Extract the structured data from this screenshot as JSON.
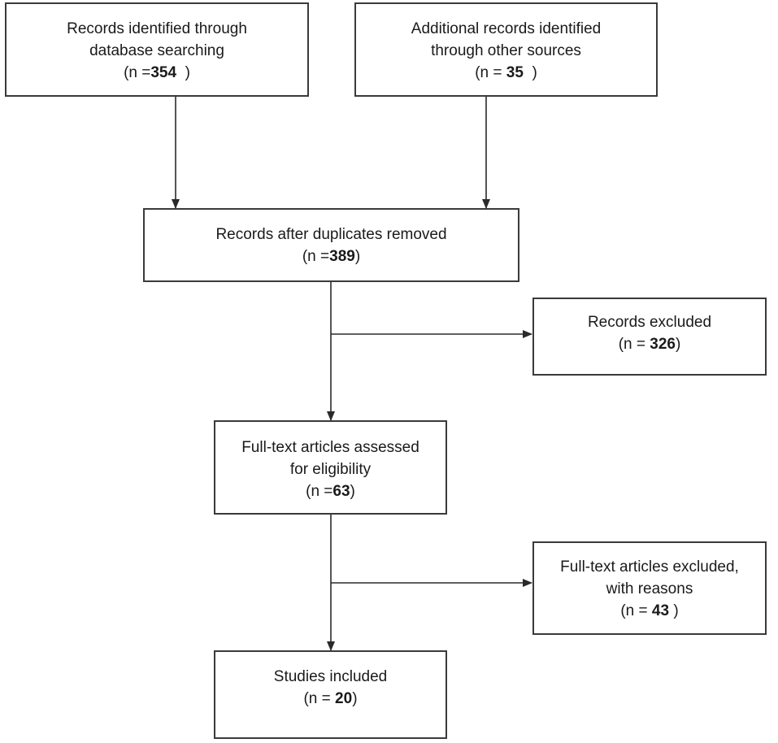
{
  "boxes": {
    "database": {
      "lines": [
        "Records identified through",
        "database searching"
      ],
      "count_prefix": "(n =",
      "count": "354",
      "count_suffix": "  )"
    },
    "other_sources": {
      "lines": [
        "Additional records identified",
        "through other sources"
      ],
      "count_prefix": "(n = ",
      "count": "35",
      "count_suffix": "  )"
    },
    "after_duplicates": {
      "lines": [
        "Records after duplicates removed"
      ],
      "count_prefix": "(n =",
      "count": "389",
      "count_suffix": ")"
    },
    "excluded": {
      "lines": [
        "Records excluded"
      ],
      "count_prefix": "(n = ",
      "count": "326",
      "count_suffix": ")"
    },
    "full_text": {
      "lines": [
        "Full-text articles assessed",
        "for eligibility"
      ],
      "count_prefix": "(n =",
      "count": "63",
      "count_suffix": ")"
    },
    "full_text_excluded": {
      "lines": [
        "Full-text articles excluded,",
        "with reasons"
      ],
      "count_prefix": "(n = ",
      "count": "43",
      "count_suffix": " )"
    },
    "included": {
      "lines": [
        "Studies included"
      ],
      "count_prefix": "(n = ",
      "count": "20",
      "count_suffix": ")"
    }
  },
  "colors": {
    "border": "#3a3a3a",
    "arrow": "#2a2a2a",
    "background": "#ffffff"
  }
}
